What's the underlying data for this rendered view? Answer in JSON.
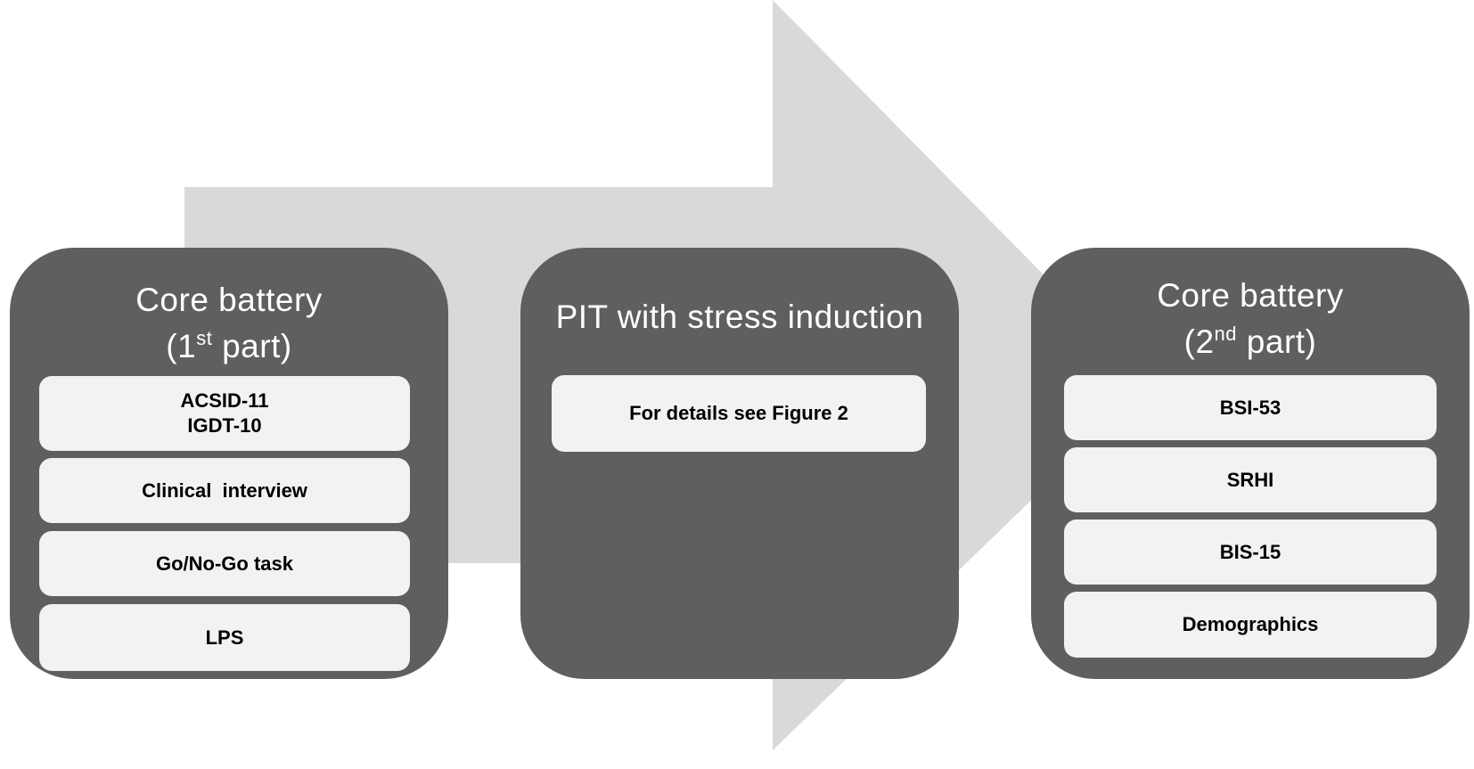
{
  "arrow": {
    "fill_color": "#d9d9d9"
  },
  "panel_color": "#5f5f5f",
  "item_color": "#f2f2f2",
  "panels": [
    {
      "title_line1": "Core battery",
      "title_line2_pre": "(1",
      "title_line2_sup": "st",
      "title_line2_post": " part)",
      "items": [
        {
          "line1": "ACSID-11",
          "line2": "IGDT-10"
        },
        {
          "line1": "Clinical  interview"
        },
        {
          "line1": "Go/No-Go task"
        },
        {
          "line1": "LPS"
        }
      ]
    },
    {
      "title_line1": "PIT with stress induction",
      "items": [
        {
          "line1": "For details see Figure 2"
        }
      ]
    },
    {
      "title_line1": "Core battery",
      "title_line2_pre": "(2",
      "title_line2_sup": "nd",
      "title_line2_post": " part)",
      "items": [
        {
          "line1": "BSI-53"
        },
        {
          "line1": "SRHI"
        },
        {
          "line1": "BIS-15"
        },
        {
          "line1": "Demographics"
        }
      ]
    }
  ]
}
